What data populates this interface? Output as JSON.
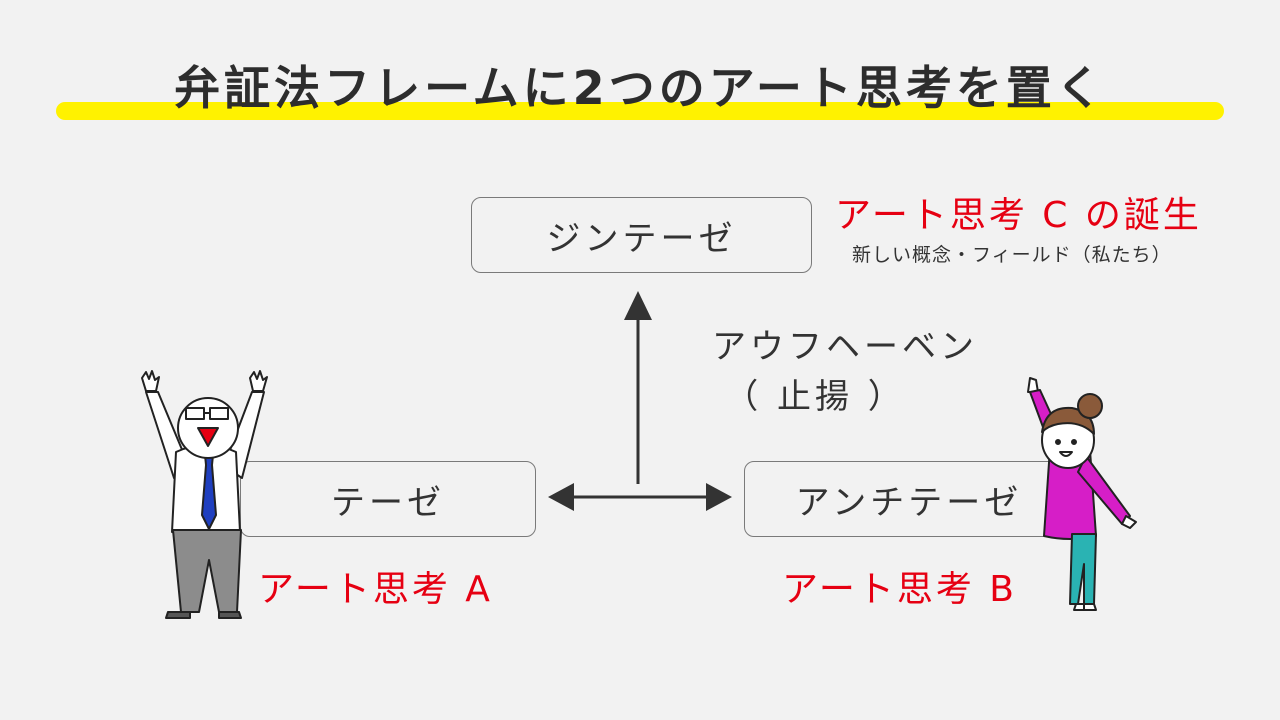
{
  "title": "弁証法フレームに2つのアート思考を置く",
  "synthesis": {
    "label": "ジンテーゼ",
    "art_label": "アート思考 C の誕生",
    "sub_label": "新しい概念・フィールド（私たち）"
  },
  "aufheben": {
    "line1": "アウフヘーベン",
    "line2": "（ 止揚 ）"
  },
  "thesis": {
    "label": "テーゼ",
    "art_label": "アート思考 A"
  },
  "antithesis": {
    "label": "アンチテーゼ",
    "art_label": "アート思考 B"
  },
  "colors": {
    "highlight": "#fff200",
    "accent_red": "#e60012",
    "arrow": "#333333",
    "shirt_man": "#ffffff",
    "tie": "#1f3fbf",
    "pants_man": "#8c8c8c",
    "shirt_woman": "#d61ec7",
    "pants_woman": "#2ab3b3",
    "hair_woman": "#8a5a3a"
  }
}
